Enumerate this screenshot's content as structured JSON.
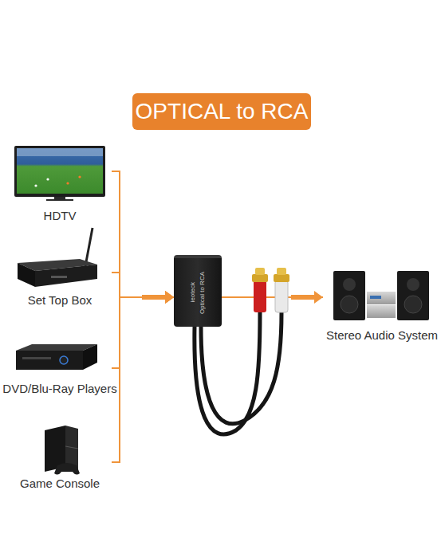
{
  "diagram": {
    "title": "OPTICAL to RCA",
    "nodes": [
      {
        "text": [
          "HDTV"
        ]
      },
      {
        "text": [
          "Set Top Box"
        ]
      },
      {
        "text": [
          "DVD/Blu-Ray Players"
        ]
      },
      {
        "text": [
          "Game Console"
        ]
      },
      {
        "text": [
          "ieoteck",
          "Optical to RCA"
        ]
      },
      {
        "text": [
          "Stereo Audio System"
        ]
      }
    ],
    "edges": [
      {
        "from": 0,
        "to": 4,
        "arrow": "to"
      },
      {
        "from": 1,
        "to": 4,
        "arrow": "to"
      },
      {
        "from": 2,
        "to": 4,
        "arrow": "to"
      },
      {
        "from": 3,
        "to": 4,
        "arrow": "to"
      },
      {
        "from": 4,
        "to": 5,
        "arrow": "to"
      }
    ]
  }
}
